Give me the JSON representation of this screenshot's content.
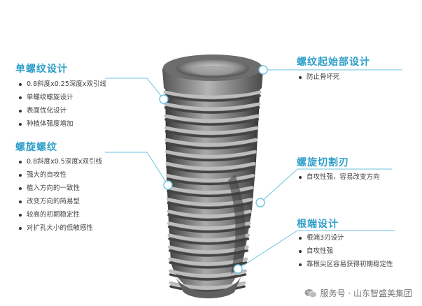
{
  "sections": {
    "single_thread": {
      "title": "单螺纹设计",
      "bullets": [
        "0.8斜度x0.25深度x双引线",
        "单螺纹螺旋设计",
        "表面优化设计",
        "种植体强度增加"
      ]
    },
    "spiral_thread": {
      "title": "螺旋螺纹",
      "bullets": [
        "0.8斜度x0.5深度x双引线",
        "强大的自攻性",
        "植入方向的一致性",
        "改变方向的简易型",
        "较高的初期稳定性",
        "对扩孔大小的低敏感性"
      ]
    },
    "thread_start": {
      "title": "螺纹起始部设计",
      "bullets": [
        "防止骨坏死"
      ]
    },
    "cutting_edge": {
      "title": "螺旋切割刃",
      "bullets": [
        "自攻性强，容易改变方向"
      ]
    },
    "apex": {
      "title": "根端设计",
      "bullets": [
        "根端3刃设计",
        "自攻性强",
        "靠根尖区容易获得初期稳定性"
      ]
    }
  },
  "watermark": {
    "text": "服务号 · 山东智盛美集团",
    "icon": "wechat-icon"
  },
  "colors": {
    "accent": "#2f9fc9",
    "line": "#6cc3e0",
    "metal_dark": "#4a4a4a",
    "metal_light": "#9a9a9a"
  }
}
